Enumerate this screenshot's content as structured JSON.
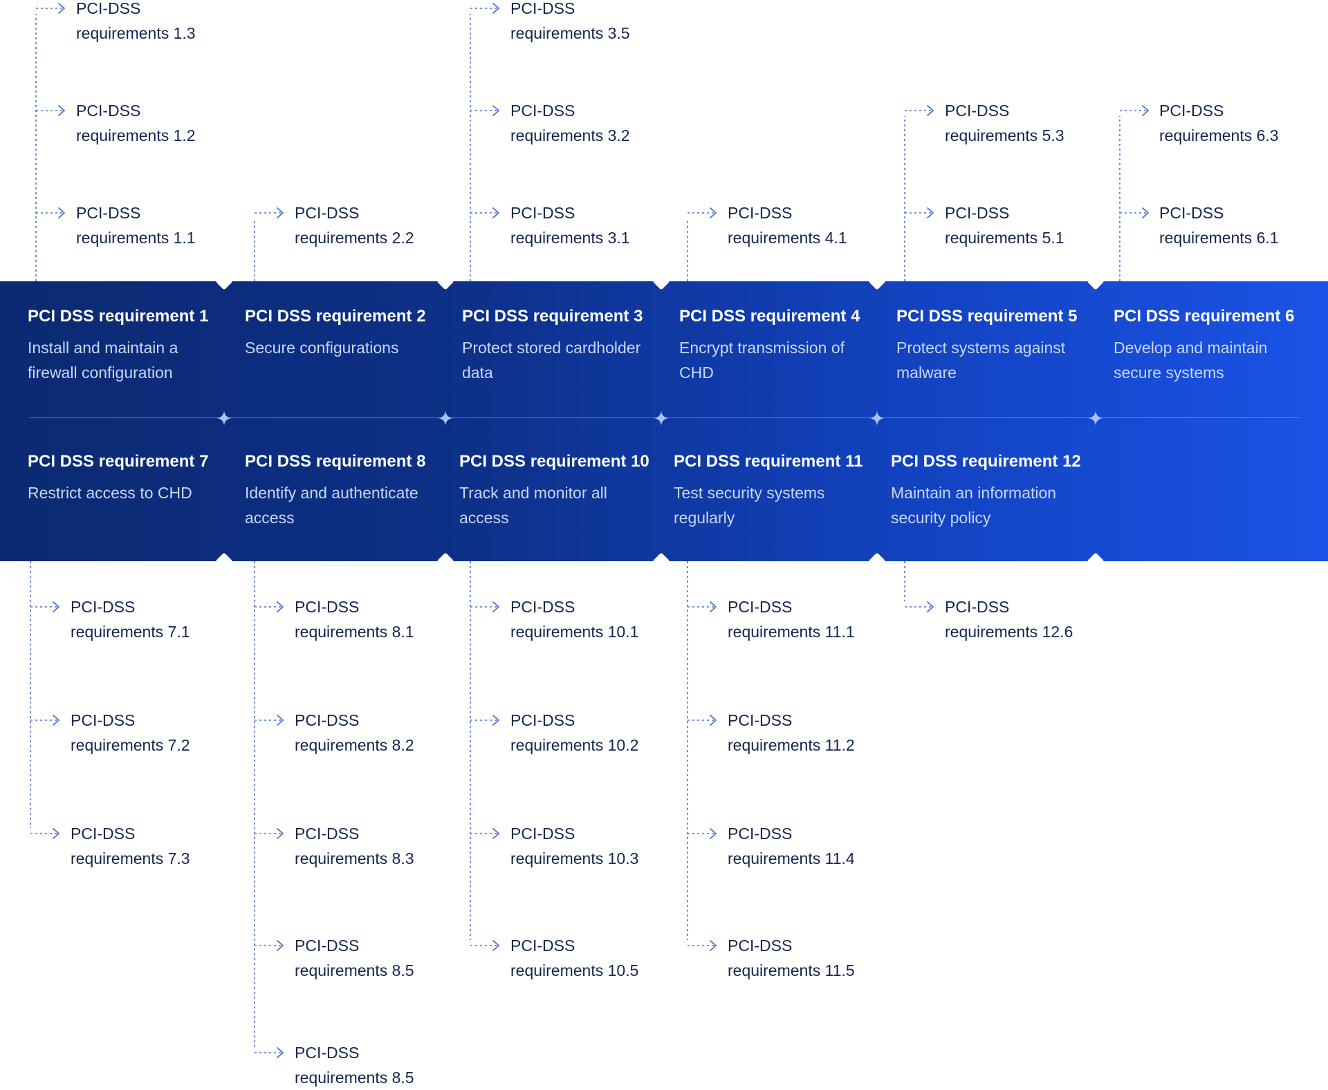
{
  "colors": {
    "band_start": "#0b2a72",
    "band_end": "#1a53e6",
    "title_text": "#ffffff",
    "description_text": "#c9d6fb",
    "sub_text": "#12254f",
    "connector": "#4a6fd4"
  },
  "requirements": [
    {
      "title": "PCI DSS requirement 1",
      "description": "Install and maintain a firewall configuration",
      "subitems": [
        {
          "label": "PCI-DSS",
          "text": "requirements 1.3"
        },
        {
          "label": "PCI-DSS",
          "text": "requirements 1.2"
        },
        {
          "label": "PCI-DSS",
          "text": "requirements 1.1"
        }
      ]
    },
    {
      "title": "PCI DSS requirement 2",
      "description": "Secure configurations",
      "subitems": [
        {
          "label": "PCI-DSS",
          "text": "requirements 2.2"
        }
      ]
    },
    {
      "title": "PCI DSS requirement 3",
      "description": "Protect stored cardholder data",
      "subitems": [
        {
          "label": "PCI-DSS",
          "text": "requirements 3.5"
        },
        {
          "label": "PCI-DSS",
          "text": "requirements 3.2"
        },
        {
          "label": "PCI-DSS",
          "text": "requirements 3.1"
        }
      ]
    },
    {
      "title": "PCI DSS requirement 4",
      "description": "Encrypt transmission of CHD",
      "subitems": [
        {
          "label": "PCI-DSS",
          "text": "requirements 4.1"
        }
      ]
    },
    {
      "title": "PCI DSS requirement 5",
      "description": "Protect systems against malware",
      "subitems": [
        {
          "label": "PCI-DSS",
          "text": "requirements 5.3"
        },
        {
          "label": "PCI-DSS",
          "text": "requirements 5.1"
        }
      ]
    },
    {
      "title": "PCI DSS requirement 6",
      "description": "Develop and maintain secure systems",
      "subitems": [
        {
          "label": "PCI-DSS",
          "text": "requirements 6.3"
        },
        {
          "label": "PCI-DSS",
          "text": "requirements 6.1"
        }
      ]
    },
    {
      "title": "PCI DSS requirement 7",
      "description": "Restrict access to CHD",
      "subitems": [
        {
          "label": "PCI-DSS",
          "text": "requirements 7.1"
        },
        {
          "label": "PCI-DSS",
          "text": "requirements 7.2"
        },
        {
          "label": "PCI-DSS",
          "text": "requirements 7.3"
        }
      ]
    },
    {
      "title": "PCI DSS requirement 8",
      "description": "Identify and authenticate access",
      "subitems": [
        {
          "label": "PCI-DSS",
          "text": "requirements 8.1"
        },
        {
          "label": "PCI-DSS",
          "text": "requirements 8.2"
        },
        {
          "label": "PCI-DSS",
          "text": "requirements 8.3"
        },
        {
          "label": "PCI-DSS",
          "text": "requirements 8.5"
        },
        {
          "label": "PCI-DSS",
          "text": "requirements 8.5"
        }
      ]
    },
    {
      "title": "PCI DSS requirement 10",
      "description": "Track and monitor all access",
      "subitems": [
        {
          "label": "PCI-DSS",
          "text": "requirements 10.1"
        },
        {
          "label": "PCI-DSS",
          "text": "requirements 10.2"
        },
        {
          "label": "PCI-DSS",
          "text": "requirements 10.3"
        },
        {
          "label": "PCI-DSS",
          "text": "requirements 10.5"
        }
      ]
    },
    {
      "title": "PCI DSS requirement 11",
      "description": "Test security systems regularly",
      "subitems": [
        {
          "label": "PCI-DSS",
          "text": "requirements 11.1"
        },
        {
          "label": "PCI-DSS",
          "text": "requirements 11.2"
        },
        {
          "label": "PCI-DSS",
          "text": "requirements 11.4"
        },
        {
          "label": "PCI-DSS",
          "text": "requirements 11.5"
        }
      ]
    },
    {
      "title": "PCI DSS requirement 12",
      "description": "Maintain an information security policy",
      "subitems": [
        {
          "label": "PCI-DSS",
          "text": "requirements 12.6"
        }
      ]
    }
  ]
}
